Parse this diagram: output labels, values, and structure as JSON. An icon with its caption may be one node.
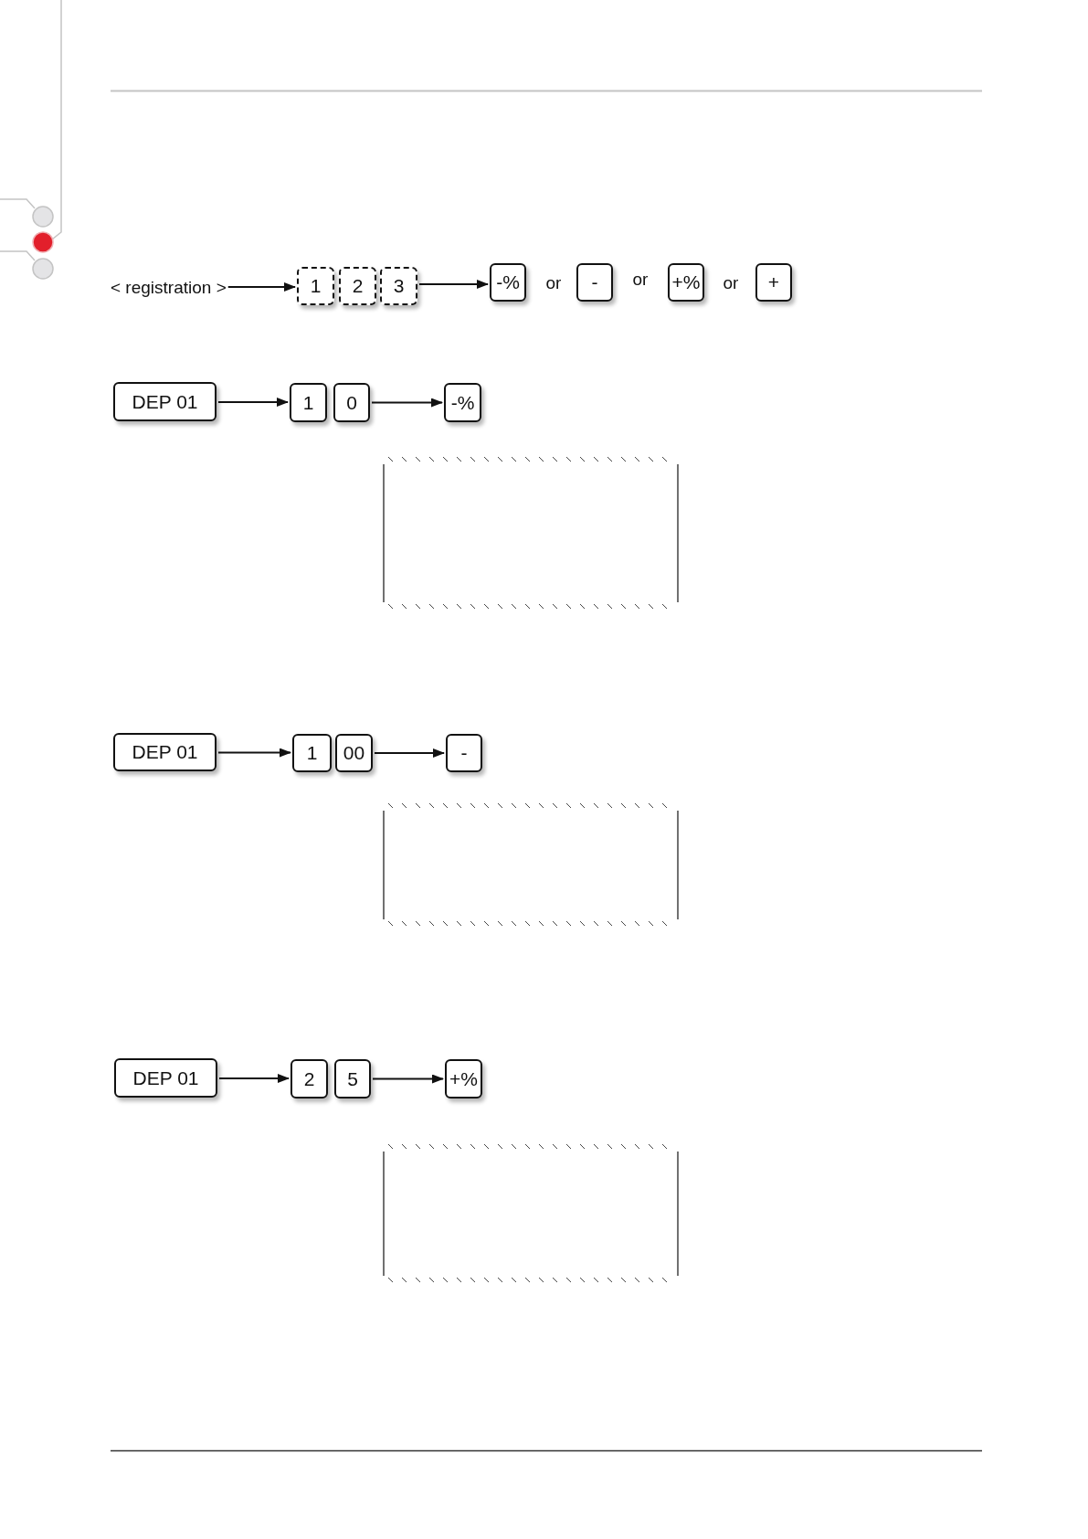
{
  "diagram": {
    "nodes": [
      {
        "text": [
          "< registration >"
        ]
      },
      {
        "text": [
          "1"
        ]
      },
      {
        "text": [
          "2"
        ]
      },
      {
        "text": [
          "3"
        ]
      },
      {
        "text": [
          "-%"
        ]
      },
      {
        "text": [
          "-"
        ]
      },
      {
        "text": [
          "+%"
        ]
      },
      {
        "text": [
          "+"
        ]
      },
      {
        "text": [
          "DEP 01"
        ]
      },
      {
        "text": [
          "1"
        ]
      },
      {
        "text": [
          "0"
        ]
      },
      {
        "text": [
          "-%"
        ]
      },
      {
        "text": [
          "DEP 01"
        ]
      },
      {
        "text": [
          "1"
        ]
      },
      {
        "text": [
          "00"
        ]
      },
      {
        "text": [
          "-"
        ]
      },
      {
        "text": [
          "DEP 01"
        ]
      },
      {
        "text": [
          "2"
        ]
      },
      {
        "text": [
          "5"
        ]
      },
      {
        "text": [
          "+%"
        ]
      }
    ],
    "edges": [
      {
        "from": 0,
        "to": 1,
        "arrow": "to"
      },
      {
        "from": 3,
        "to": 4,
        "arrow": "to"
      },
      {
        "from": 8,
        "to": 9,
        "arrow": "to"
      },
      {
        "from": 10,
        "to": 11,
        "arrow": "to"
      },
      {
        "from": 12,
        "to": 13,
        "arrow": "to"
      },
      {
        "from": 14,
        "to": 15,
        "arrow": "to"
      },
      {
        "from": 16,
        "to": 17,
        "arrow": "to"
      },
      {
        "from": 18,
        "to": 19,
        "arrow": "to"
      }
    ],
    "labels": [
      "or",
      "or",
      "or"
    ]
  }
}
